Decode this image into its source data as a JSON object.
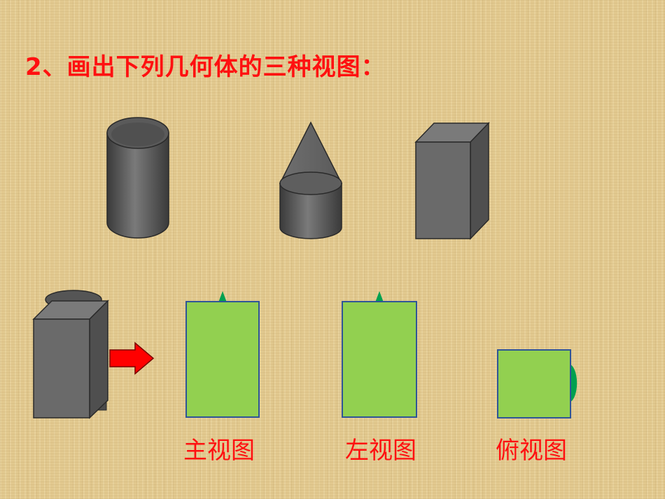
{
  "heading": "2、画出下列几何体的三种视图：",
  "views": {
    "front": "主视图",
    "left": "左视图",
    "top": "俯视图"
  },
  "colors": {
    "heading": "#ff1010",
    "solid": "#666666",
    "view_fill": "#92d050",
    "view_border": "#2f5597",
    "hidden_shape": "#00a050",
    "arrow": "#ff0000"
  }
}
